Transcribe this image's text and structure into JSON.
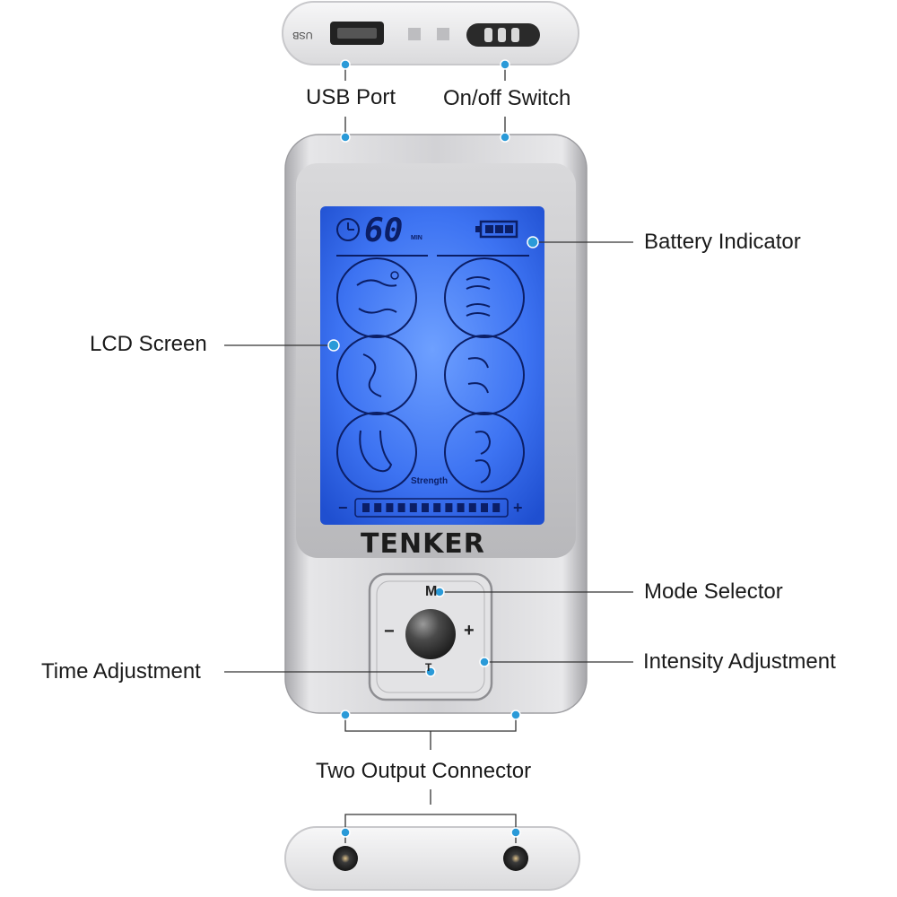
{
  "callouts": {
    "usb_port": "USB Port",
    "on_off_switch": "On/off Switch",
    "battery_indicator": "Battery Indicator",
    "lcd_screen": "LCD Screen",
    "mode_selector": "Mode Selector",
    "intensity_adjustment": "Intensity Adjustment",
    "time_adjustment": "Time Adjustment",
    "two_output_connector": "Two Output Connector"
  },
  "device": {
    "brand": "TENKER",
    "usb_label": "USB",
    "lcd": {
      "timer_value": "60",
      "timer_unit": "MIN",
      "strength_label": "Strength",
      "minus": "−",
      "plus": "+",
      "battery_level": 1.0,
      "strength_segments": 12
    },
    "buttons": {
      "mode": "M",
      "minus": "−",
      "plus": "+",
      "time": "T"
    }
  },
  "colors": {
    "lcd_blue": "#2f6cf5",
    "dot_blue": "#2a9ad8",
    "casing_silver": "#c9c9cc"
  }
}
